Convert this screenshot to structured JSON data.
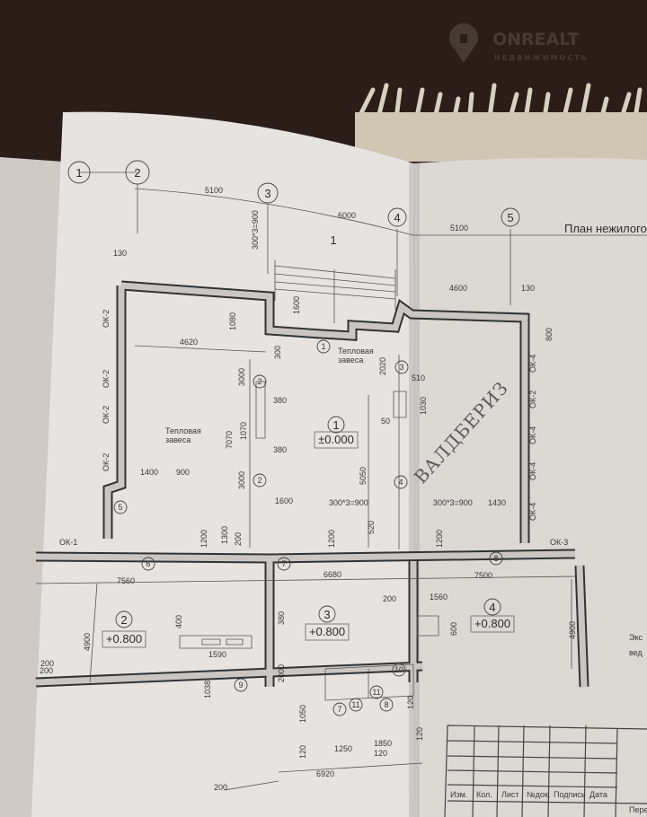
{
  "watermark": {
    "brand": "ONREALT",
    "subtitle": "НЕДВИЖИМОСТЬ"
  },
  "sheet_title": "План нежилого",
  "right_margin_text": [
    "Экс",
    "вед"
  ],
  "handwriting": "ВАЛДБЕРИЗ",
  "axis_markers": [
    "1",
    "2",
    "3",
    "4",
    "5"
  ],
  "section_mark": "1",
  "rooms": [
    {
      "number": "1",
      "level": "±0.000"
    },
    {
      "number": "2",
      "level": "+0.800"
    },
    {
      "number": "3",
      "level": "+0.800"
    },
    {
      "number": "4",
      "level": "+0.800"
    }
  ],
  "callouts": [
    "1",
    "2",
    "2",
    "3",
    "4",
    "5",
    "6",
    "7",
    "8",
    "9",
    "10",
    "11",
    "11",
    "7",
    "8"
  ],
  "notes": {
    "heat_curtain": [
      "Тепловая",
      "завеса"
    ]
  },
  "window_marks": [
    "ОК-2",
    "ОК-2",
    "ОК-2",
    "ОК-2",
    "ОК-4",
    "ОК-2",
    "ОК-4",
    "ОК-4",
    "ОК-4",
    "ОК-1",
    "ОК-3"
  ],
  "dimensions": [
    "5100",
    "6000",
    "5100",
    "130",
    "300*3=900",
    "4600",
    "130",
    "1600",
    "1080",
    "4620",
    "300",
    "2020",
    "510",
    "1030",
    "3000",
    "380",
    "7070",
    "1070",
    "380",
    "50",
    "5050",
    "3000",
    "1400",
    "900",
    "1600",
    "300*3=900",
    "300*3=900",
    "1430",
    "1200",
    "1300",
    "200",
    "1200",
    "520",
    "1200",
    "800",
    "7560",
    "6680",
    "7500",
    "200",
    "1560",
    "4900",
    "4900",
    "200",
    "400",
    "380",
    "1590",
    "600",
    "2000",
    "1038",
    "200",
    "1050",
    "120",
    "1250",
    "1850",
    "120",
    "120",
    "120",
    "6920",
    "200"
  ],
  "title_block": {
    "columns": [
      "Изм.",
      "Кол.",
      "Лист",
      "№док.",
      "Подпись",
      "Дата"
    ],
    "extra": "Перегл."
  }
}
